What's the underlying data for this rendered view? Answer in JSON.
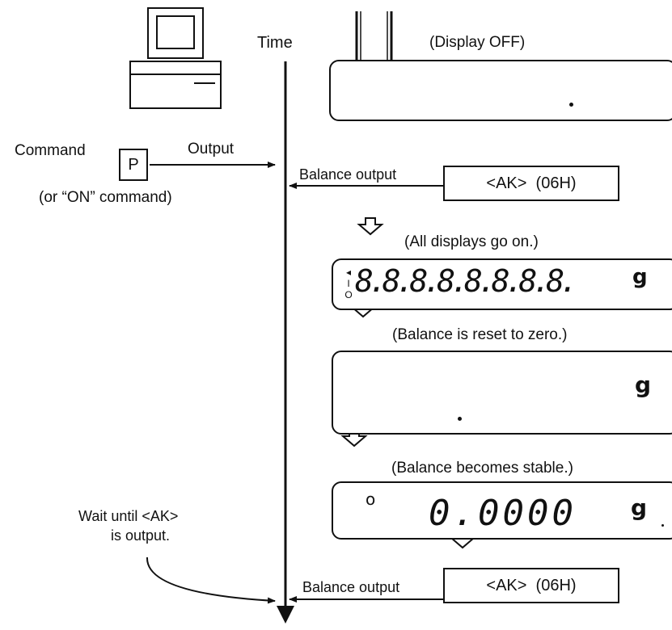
{
  "timeline": {
    "label": "Time"
  },
  "display_off": {
    "label": "(Display OFF)"
  },
  "command": {
    "label": "Command",
    "key": "P",
    "output_label": "Output",
    "alt_note": "(or “ON” command)"
  },
  "balance_output_1": {
    "label": "Balance output",
    "code": "<AK>  (06H)"
  },
  "step_all_on": {
    "caption": "(All displays go on.)",
    "indicators": [
      "◂",
      "I",
      "O"
    ],
    "digits": "8.8.8.8.8.8.8.8.",
    "unit": "g"
  },
  "step_reset": {
    "caption": "(Balance is reset to zero.)",
    "unit": "g"
  },
  "step_stable": {
    "caption": "(Balance becomes stable.)",
    "stable_mark": "o",
    "reading": "0.0000",
    "unit": "g"
  },
  "wait_note": {
    "line1": "Wait until <AK>",
    "line2": "is output."
  },
  "balance_output_2": {
    "label": "Balance output",
    "code": "<AK>  (06H)"
  },
  "icons": {
    "computer": "computer-icon",
    "balance": "balance-icon",
    "step_arrow": "down-arrow-icon"
  }
}
